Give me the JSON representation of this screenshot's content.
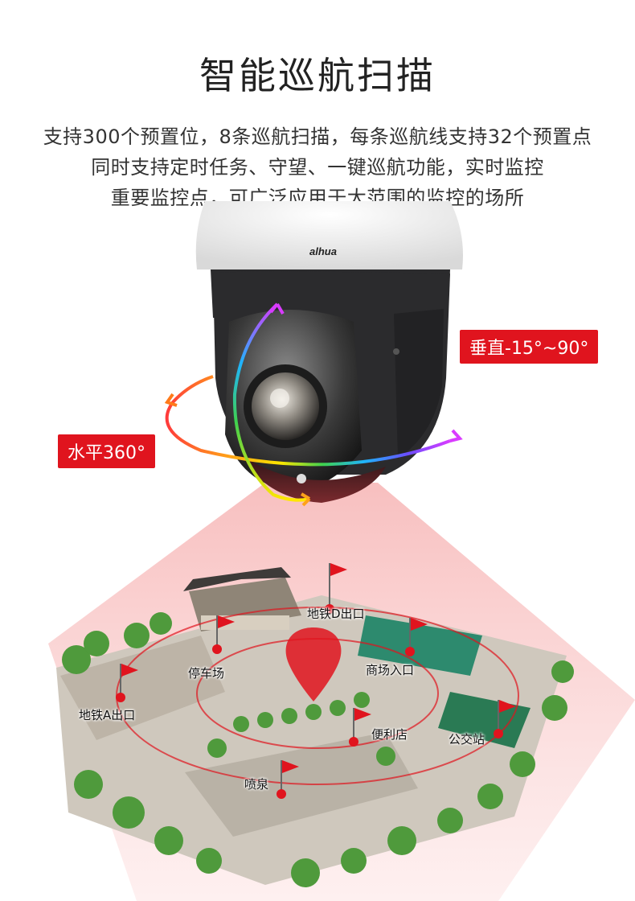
{
  "title": "智能巡航扫描",
  "description": [
    "支持300个预置位，8条巡航扫描，每条巡航线支持32个预置点",
    "同时支持定时任务、守望、一键巡航功能，实时监控",
    "重要监控点，可广泛应用于大范围的监控的场所"
  ],
  "camera": {
    "brand": "alhua"
  },
  "rotation": {
    "vertical_label": "垂直-15°~90°",
    "horizontal_label": "水平360°"
  },
  "locations": [
    {
      "id": "metro-d",
      "label": "地铁D出口"
    },
    {
      "id": "parking",
      "label": "停车场"
    },
    {
      "id": "mall",
      "label": "商场入口"
    },
    {
      "id": "metro-a",
      "label": "地铁A出口"
    },
    {
      "id": "store",
      "label": "便利店"
    },
    {
      "id": "bus",
      "label": "公交站"
    },
    {
      "id": "fountain",
      "label": "喷泉"
    }
  ],
  "colors": {
    "accent": "#e0141e",
    "camera_body": "#2b2b2d",
    "camera_dome": "#f4f4f4"
  },
  "icons": [
    "flag-icon",
    "location-pin-icon",
    "rotation-arrow-icon"
  ]
}
